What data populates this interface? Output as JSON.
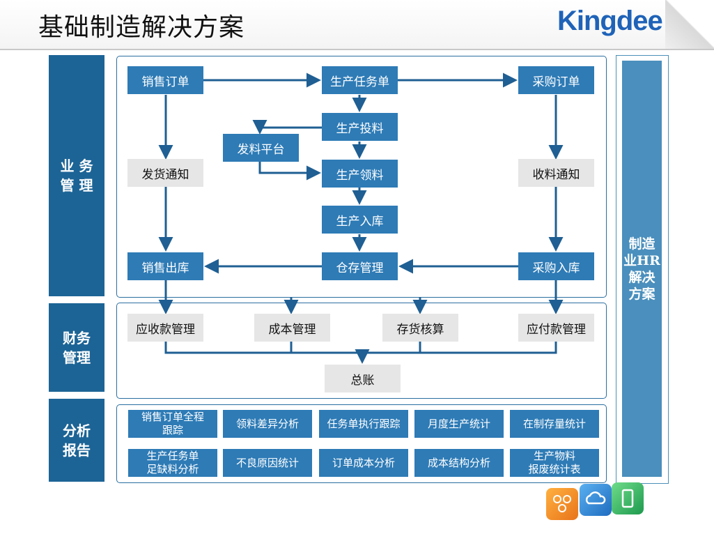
{
  "header": {
    "title": "基础制造解决方案",
    "logo_text": "Kingdee"
  },
  "sections": {
    "business": "业 务\n管 理",
    "finance": "财务\n管理",
    "analysis": "分析\n报告"
  },
  "business_nodes": {
    "sales_order": "销售订单",
    "production_task": "生产任务单",
    "purchase_order": "采购订单",
    "production_feed": "生产投料",
    "issue_platform": "发料平台",
    "delivery_notice": "发货通知",
    "production_pick": "生产领料",
    "receipt_notice": "收料通知",
    "production_stock_in": "生产入库",
    "sales_outbound": "销售出库",
    "warehouse_mgmt": "仓存管理",
    "purchase_inbound": "采购入库"
  },
  "finance_nodes": {
    "receivables": "应收款管理",
    "cost": "成本管理",
    "inventory_accounting": "存货核算",
    "payables": "应付款管理",
    "general_ledger": "总账"
  },
  "analysis_reports": [
    "销售订单全程\n跟踪",
    "领料差异分析",
    "任务单执行跟踪",
    "月度生产统计",
    "在制存量统计",
    "生产任务单\n足缺料分析",
    "不良原因统计",
    "订单成本分析",
    "成本结构分析",
    "生产物料\n报废统计表"
  ],
  "side_panel": "制造\n业HR\n解决\n方案",
  "colors": {
    "primary": "#1c6496",
    "node_blue": "#2e7bb6",
    "node_gray": "#e6e6e6",
    "logo": "#1f63b8"
  }
}
